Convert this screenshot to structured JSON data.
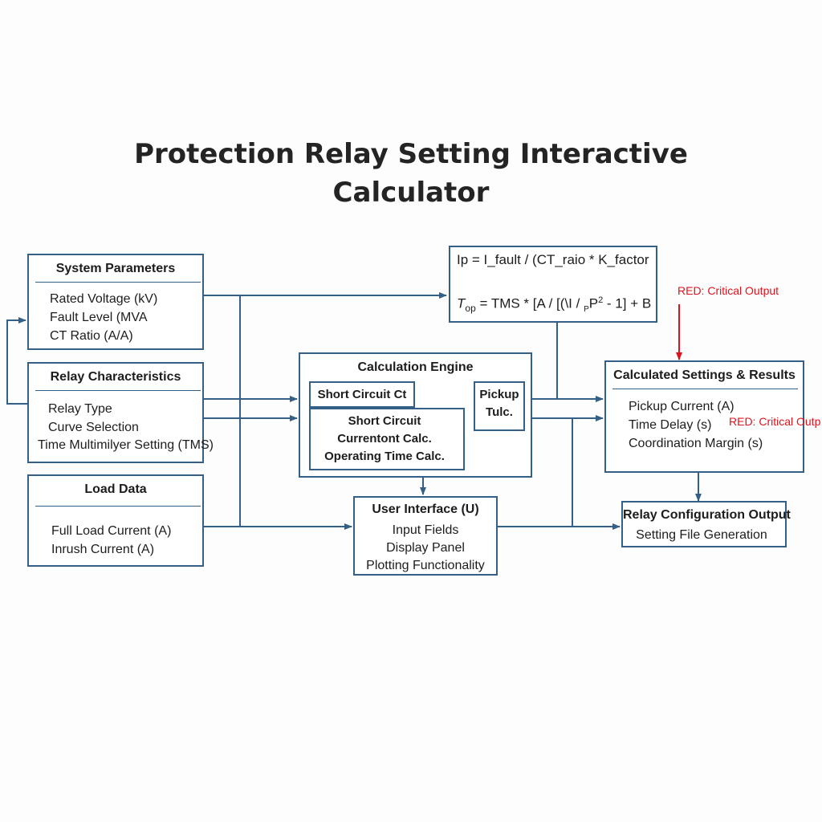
{
  "title": {
    "line1": "Protection Relay Setting Interactive",
    "line2": "Calculator"
  },
  "system_parameters": {
    "title": "System Parameters",
    "items": [
      "Rated Voltage (kV)",
      "Fault Level (MVA",
      "CT Ratio (A/A)"
    ]
  },
  "relay_characteristics": {
    "title": "Relay Characteristics",
    "items": [
      "Relay Type",
      "Curve Selection",
      "Time Multimilyer Setting (TMS)"
    ]
  },
  "load_data": {
    "title": "Load Data",
    "items": [
      "Full Load Current (A)",
      "Inrush Current (A)"
    ]
  },
  "formulas": {
    "line1": "Ip = I_fault / (CT_raio * K_factor",
    "line2_prefix": "T",
    "line2_sub": "op",
    "line2_main": " = TMS * [A / [(\\I / ",
    "line2_sub2": "P",
    "line2_p": "P",
    "line2_sup": "2",
    "line2_rest": " - 1] + B"
  },
  "calculation_engine": {
    "title": "Calculation Engine",
    "short_circuit_ct": "Short Circuit Ct",
    "pickup_line1": "Pickup",
    "pickup_line2": "Tulc.",
    "sub_line1": "Short Circuit",
    "sub_line2": "Currentont Calc.",
    "sub_line3": "Operating Time Calc."
  },
  "results": {
    "title": "Calculated Settings & Results",
    "items": [
      "Pickup Current (A)",
      "Time Delay (s)",
      "Coordination Margin (s)"
    ],
    "red_note_inline": "RED: Critical Outp"
  },
  "critical_note": "RED: Critical Output",
  "user_interface": {
    "title": "User Interface (U)",
    "items": [
      "Input Fields",
      "Display Panel",
      "Plotting Functionality"
    ]
  },
  "relay_output": {
    "title": "Relay Configuration Output",
    "items": [
      "Setting File Generation"
    ]
  },
  "colors": {
    "box_border": "#345f86",
    "critical": "#e0121c"
  }
}
